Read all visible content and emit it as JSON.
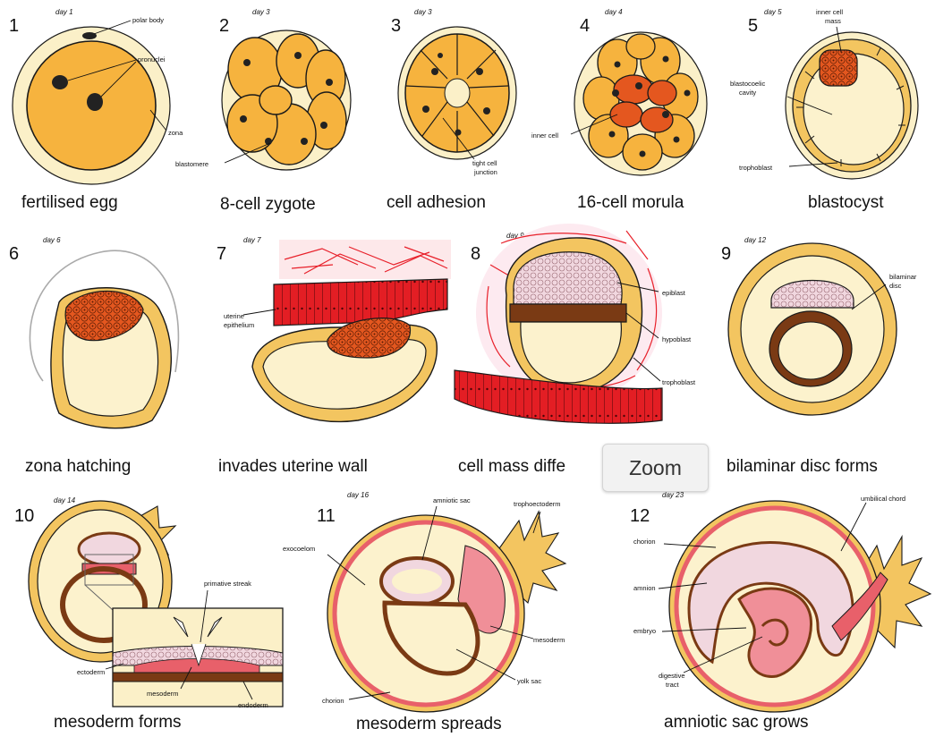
{
  "colors": {
    "zona": "#fbf0c8",
    "cytoplasm": "#f6b33e",
    "inner": "#e4571f",
    "cavity": "#fcf2cd",
    "troph": "#f3c560",
    "uterine": "#e31e24",
    "brown": "#7a3a14",
    "pinkcell": "#f1d7df",
    "mesoderm": "#f08f98",
    "outline": "#1a1a1a"
  },
  "zoom_label": "Zoom",
  "stages": [
    {
      "number": "1",
      "day": "day 1",
      "caption": "fertilised egg",
      "labels": [
        "polar body",
        "pronuclei",
        "zona"
      ]
    },
    {
      "number": "2",
      "day": "day 3",
      "caption": "8-cell zygote",
      "labels": [
        "blastomere"
      ]
    },
    {
      "number": "3",
      "day": "day 3",
      "caption": "cell adhesion",
      "labels": [
        "tight cell",
        "junction"
      ]
    },
    {
      "number": "4",
      "day": "day 4",
      "caption": "16-cell morula",
      "labels": [
        "inner cell"
      ]
    },
    {
      "number": "5",
      "day": "day 5",
      "caption": "blastocyst",
      "labels": [
        "inner cell",
        "mass",
        "blastocoelic",
        "cavity",
        "trophoblast"
      ]
    },
    {
      "number": "6",
      "day": "day 6",
      "caption": "zona hatching",
      "labels": []
    },
    {
      "number": "7",
      "day": "day 7",
      "caption": "invades uterine wall",
      "labels": [
        "uterine",
        "epithelium"
      ]
    },
    {
      "number": "8",
      "day": "day 9",
      "caption": "cell mass diffe",
      "labels": [
        "epiblast",
        "hypoblast",
        "trophoblast"
      ]
    },
    {
      "number": "9",
      "day": "day 12",
      "caption": "bilaminar disc forms",
      "labels": [
        "bilaminar",
        "disc"
      ]
    },
    {
      "number": "10",
      "day": "day 14",
      "caption": "mesoderm forms",
      "labels": [
        "primative streak",
        "ectoderm",
        "mesoderm",
        "endoderm"
      ]
    },
    {
      "number": "11",
      "day": "day 16",
      "caption": "mesoderm spreads",
      "labels": [
        "amniotic sac",
        "trophoectoderm",
        "exocoelom",
        "mesoderm",
        "yolk sac",
        "chorion"
      ]
    },
    {
      "number": "12",
      "day": "day 23",
      "caption": "amniotic sac grows",
      "labels": [
        "umbilical chord",
        "chorion",
        "amnion",
        "embryo",
        "digestive",
        "tract"
      ]
    }
  ]
}
